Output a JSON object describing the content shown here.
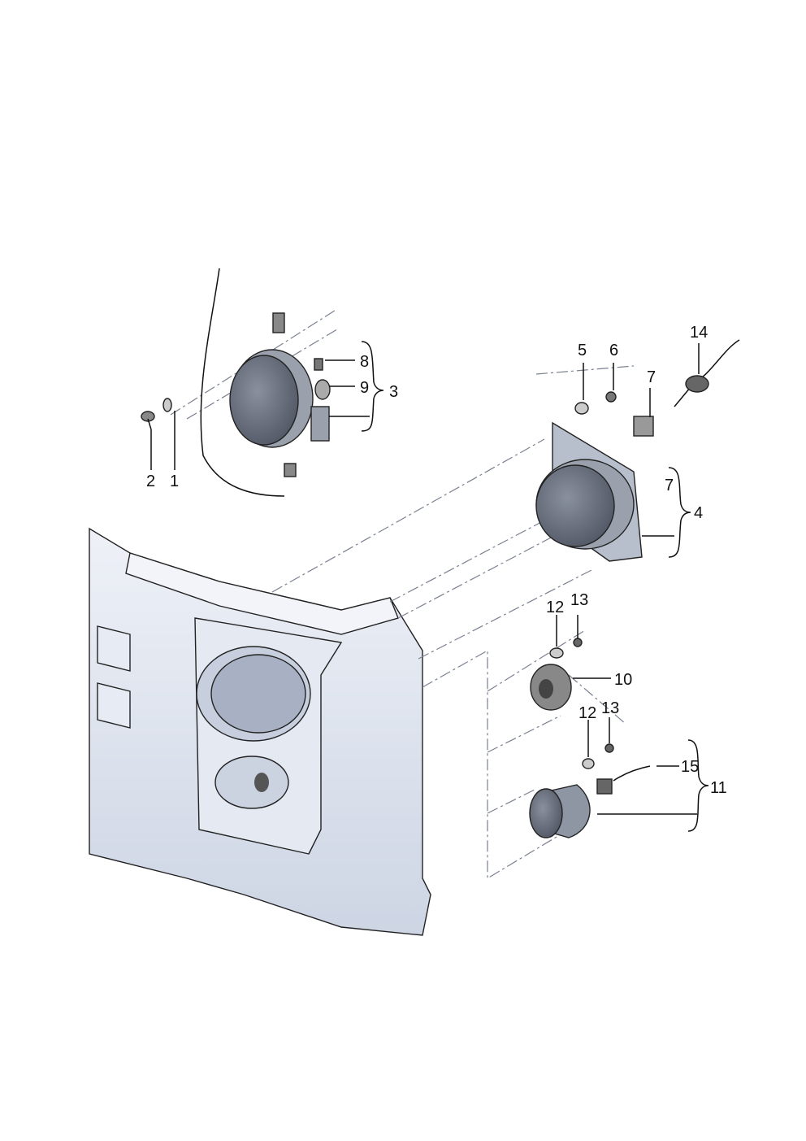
{
  "diagram": {
    "title": "Headlight and fog light exploded parts view",
    "callouts": [
      {
        "id": "c1",
        "text": "1"
      },
      {
        "id": "c2",
        "text": "2"
      },
      {
        "id": "c3",
        "text": "3"
      },
      {
        "id": "c4",
        "text": "4"
      },
      {
        "id": "c5",
        "text": "5"
      },
      {
        "id": "c6",
        "text": "6"
      },
      {
        "id": "c7a",
        "text": "7"
      },
      {
        "id": "c7b",
        "text": "7"
      },
      {
        "id": "c8",
        "text": "8"
      },
      {
        "id": "c9",
        "text": "9"
      },
      {
        "id": "c10",
        "text": "10"
      },
      {
        "id": "c11",
        "text": "11"
      },
      {
        "id": "c12a",
        "text": "12"
      },
      {
        "id": "c13a",
        "text": "13"
      },
      {
        "id": "c12b",
        "text": "12"
      },
      {
        "id": "c13b",
        "text": "13"
      },
      {
        "id": "c14",
        "text": "14"
      },
      {
        "id": "c15",
        "text": "15"
      }
    ],
    "colors": {
      "body": "#dde3ee",
      "lens": "#6f7684",
      "line": "#111111"
    }
  }
}
